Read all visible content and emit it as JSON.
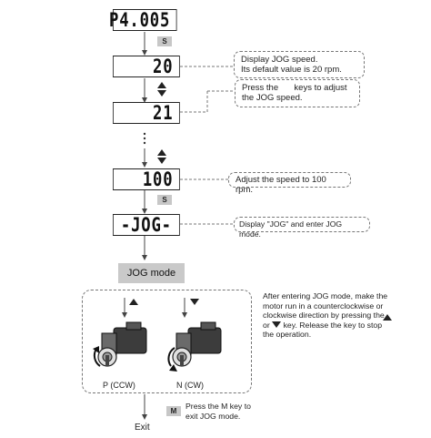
{
  "displays": {
    "param": "P4.005",
    "default_speed": "20",
    "adjusted_speed": "21",
    "final_speed": "100",
    "jog": "-JOG-"
  },
  "keys": {
    "set_1": "S",
    "set_2": "S",
    "mode": "M"
  },
  "notes": {
    "display_jog_speed_1": "Display JOG speed.",
    "display_jog_speed_2": "Its default value is 20 rpm.",
    "press_keys_1a": "Press the",
    "press_keys_1b": "keys to adjust",
    "press_keys_2": "the JOG speed.",
    "adjust_speed": "Adjust the speed to 100 rpm.",
    "enter_jog": "Display \"JOG\" and enter JOG mode."
  },
  "jog_mode_label": "JOG mode",
  "after_entering": {
    "line1": "After entering JOG mode, make the",
    "line2": "motor run in a counterclockwise or",
    "line3": "clockwise direction by pressing the",
    "line4a": "or",
    "line4b": "key. Release the key to stop",
    "line5": "the operation."
  },
  "motors": {
    "ccw_label": "P (CCW)",
    "cw_label": "N (CW)"
  },
  "exit_note": {
    "line1": "Press the M key to",
    "line2": "exit JOG mode."
  },
  "exit_label": "Exit"
}
